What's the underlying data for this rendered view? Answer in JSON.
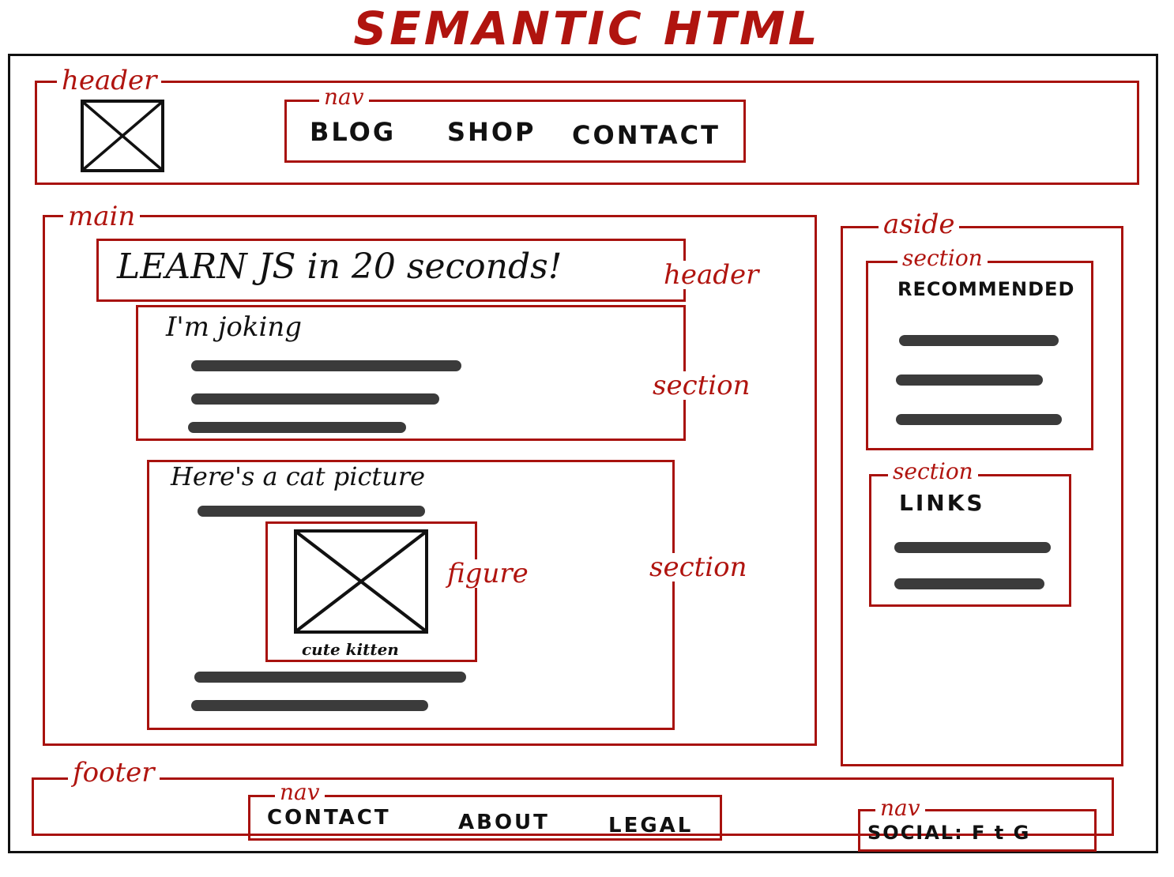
{
  "title": "SEMANTIC HTML",
  "labels": {
    "header": "header",
    "nav": "nav",
    "main": "main",
    "aside": "aside",
    "section": "section",
    "figure": "figure",
    "footer": "footer"
  },
  "header_nav": [
    "BLOG",
    "SHOP",
    "CONTACT"
  ],
  "main": {
    "heading": "LEARN JS in 20 seconds!",
    "section1_title": "I'm joking",
    "section2_title": "Here's a cat picture",
    "figure_caption": "cute kitten"
  },
  "aside": {
    "recommended": "RECOMMENDED",
    "links": "LINKS"
  },
  "footer_nav": [
    "CONTACT",
    "ABOUT",
    "LEGAL"
  ],
  "social": "SOCIAL: F t G",
  "colors": {
    "accent": "#b0140f",
    "ink": "#111111",
    "bar": "#3b3b3b"
  }
}
